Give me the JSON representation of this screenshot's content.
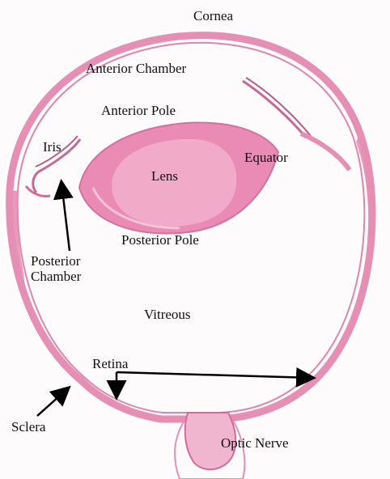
{
  "labels": {
    "cornea": "Cornea",
    "anterior_chamber": "Anterior Chamber",
    "anterior_pole": "Anterior Pole",
    "iris": "Iris",
    "equator": "Equator",
    "lens": "Lens",
    "posterior_pole": "Posterior Pole",
    "posterior_chamber": [
      "Posterior",
      "Chamber"
    ],
    "vitreous": "Vitreous",
    "retina": "Retina",
    "sclera": "Sclera",
    "optic_nerve": "Optic Nerve"
  },
  "colors": {
    "tissue": "#e58fb4",
    "tissue_dark": "#d66a9a",
    "lens_fill": "#e98bb4",
    "lens_core": "#f3b6d0",
    "background": "#fdfbfc",
    "label_text": "#111111",
    "arrow": "#000000"
  }
}
